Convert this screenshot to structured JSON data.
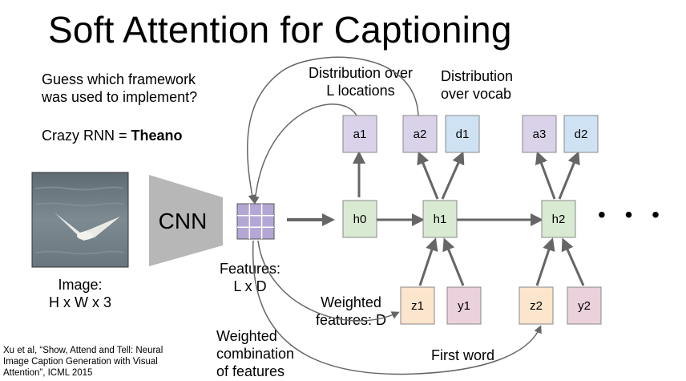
{
  "title": "Soft Attention for Captioning",
  "question": "Guess which framework was used to implement?",
  "question_lines": [
    "Guess which framework",
    "was used to implement?"
  ],
  "answer_prefix": "Crazy RNN = ",
  "answer_bold": "Theano",
  "image_label_lines": [
    "Image:",
    "H x W x 3"
  ],
  "cnn_label": "CNN",
  "features_label_lines": [
    "Features:",
    "L x D"
  ],
  "dist_locations_lines": [
    "Distribution over",
    "L locations"
  ],
  "dist_vocab_lines": [
    "Distribution",
    "over vocab"
  ],
  "weighted_features_lines": [
    "Weighted",
    "features: D"
  ],
  "weighted_combination_lines": [
    "Weighted",
    "combination",
    "of features"
  ],
  "first_word": "First word",
  "citation_lines": [
    "Xu et al, “Show, Attend and Tell: Neural",
    "Image Caption Generation with Visual",
    "Attention”, ICML 2015"
  ],
  "ellipsis": "• • •",
  "nodes": {
    "a1": "a1",
    "a2": "a2",
    "d1": "d1",
    "a3": "a3",
    "d2": "d2",
    "h0": "h0",
    "h1": "h1",
    "h2": "h2",
    "z1": "z1",
    "y1": "y1",
    "z2": "z2",
    "y2": "y2"
  },
  "colors": {
    "attention_node": "#d9d2e9",
    "vocab_node": "#cfe2f3",
    "hidden_node": "#d9ead3",
    "input_z_node": "#fce5cd",
    "input_y_node": "#ead1dc",
    "feature_grid": "#b4a7d6",
    "cnn": "#b7b7b7",
    "arrow": "#666666"
  }
}
